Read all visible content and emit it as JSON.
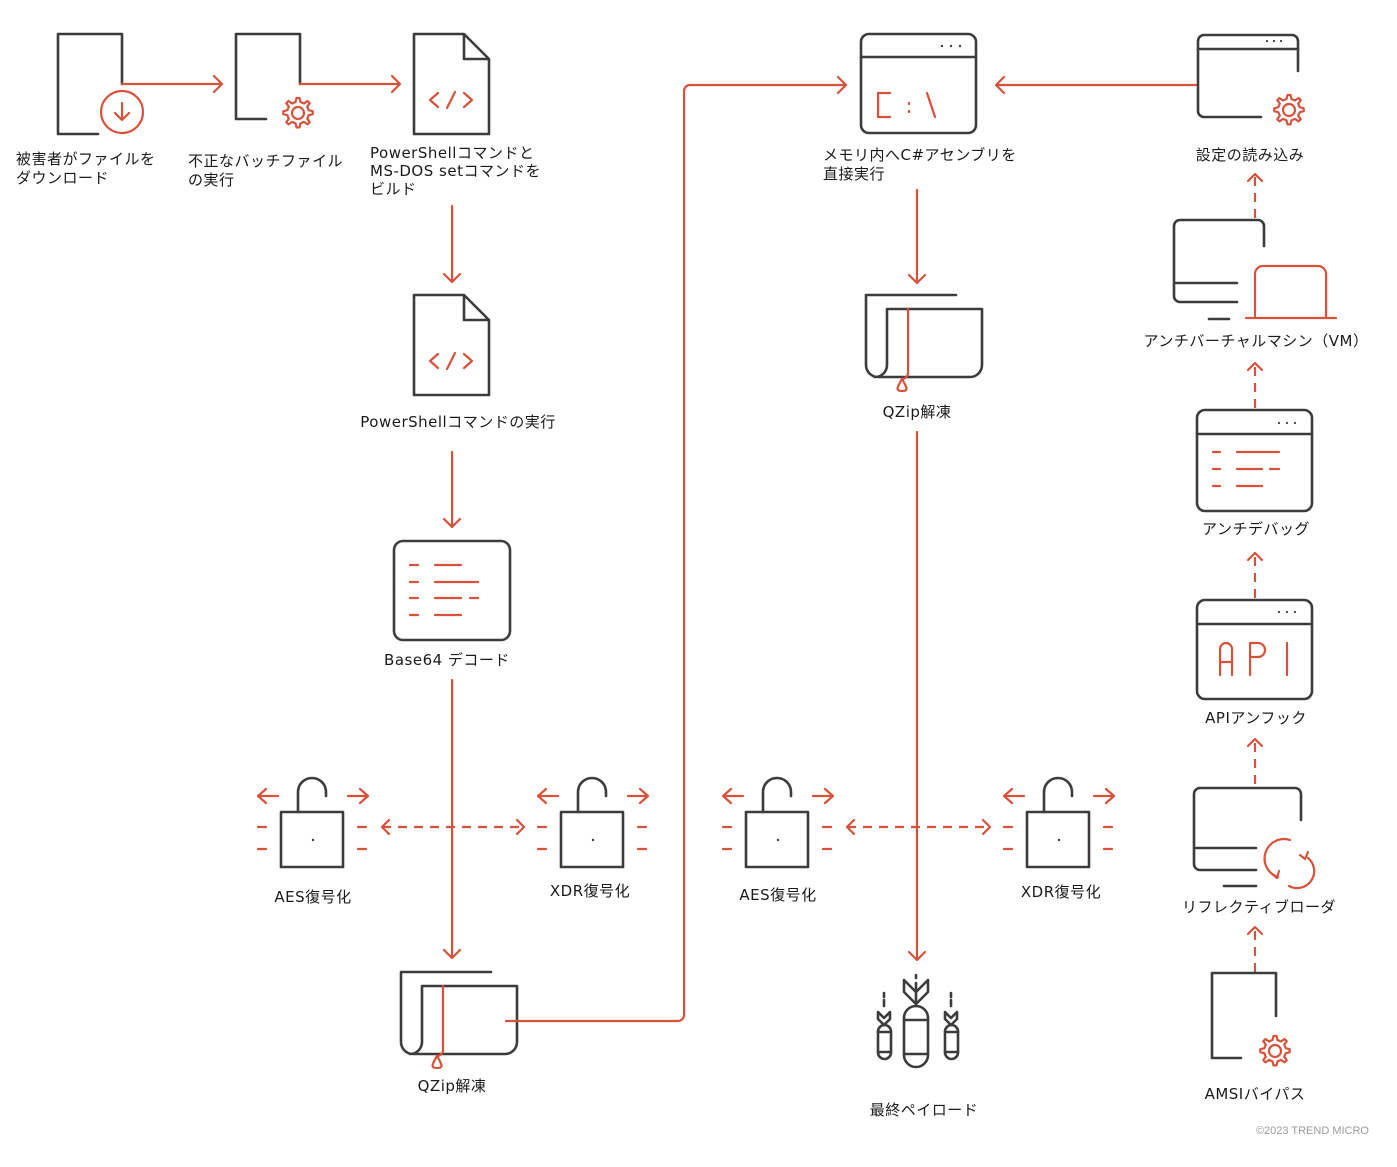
{
  "colors": {
    "accent": "#d6523a",
    "icon_stroke": "#3c3c3c",
    "text": "#1a1a1a",
    "copyright": "#9a9a9a"
  },
  "nodes": {
    "download": {
      "label_l1": "被害者がファイルを",
      "label_l2": "ダウンロード",
      "icon": "file-download-icon"
    },
    "batch": {
      "label_l1": "不正なバッチファイル",
      "label_l2": "の実行",
      "icon": "file-gear-icon"
    },
    "build": {
      "label_l1": "PowerShellコマンドと",
      "label_l2": "MS-DOS setコマンドを",
      "label_l3": "ビルド",
      "icon": "code-file-icon"
    },
    "ps_exec": {
      "label": "PowerShellコマンドの実行",
      "icon": "code-file-icon"
    },
    "base64": {
      "label": "Base64 デコード",
      "icon": "text-lines-icon"
    },
    "aes1": {
      "label": "AES復号化",
      "icon": "unlock-icon"
    },
    "xdr1": {
      "label": "XDR復号化",
      "icon": "unlock-icon"
    },
    "qzip1": {
      "label": "QZip解凍",
      "icon": "archive-icon"
    },
    "csharp": {
      "label_l1": "メモリ内へC#アセンブリを",
      "label_l2": "直接実行",
      "icon": "terminal-window-icon",
      "icon_text": "C:\\"
    },
    "qzip2": {
      "label": "QZip解凍",
      "icon": "archive-icon"
    },
    "aes2": {
      "label": "AES復号化",
      "icon": "unlock-icon"
    },
    "xdr2": {
      "label": "XDR復号化",
      "icon": "unlock-icon"
    },
    "payload": {
      "label": "最終ペイロード",
      "icon": "bombs-icon"
    },
    "config": {
      "label": "設定の読み込み",
      "icon": "window-gear-icon"
    },
    "antivm": {
      "label": "アンチバーチャルマシン（VM）",
      "icon": "monitor-laptop-icon"
    },
    "antidebug": {
      "label": "アンチデバッグ",
      "icon": "window-lines-icon"
    },
    "apiunhook": {
      "label": "APIアンフック",
      "icon": "window-api-icon",
      "icon_text": "API"
    },
    "reflective": {
      "label": "リフレクティブローダ",
      "icon": "monitor-refresh-icon"
    },
    "amsi": {
      "label": "AMSIバイパス",
      "icon": "file-gear-icon"
    }
  },
  "copyright": "©2023 TREND MICRO"
}
